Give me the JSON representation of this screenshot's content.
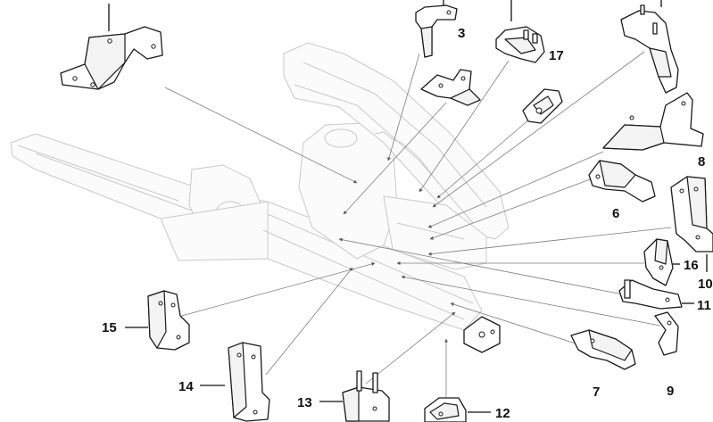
{
  "diagram": {
    "callouts": {
      "c3": "3",
      "c17": "17",
      "c8": "8",
      "c6": "6",
      "c16": "16",
      "c10": "10",
      "c11": "11",
      "c7": "7",
      "c9": "9",
      "c15": "15",
      "c14": "14",
      "c13": "13",
      "c12": "12"
    }
  }
}
